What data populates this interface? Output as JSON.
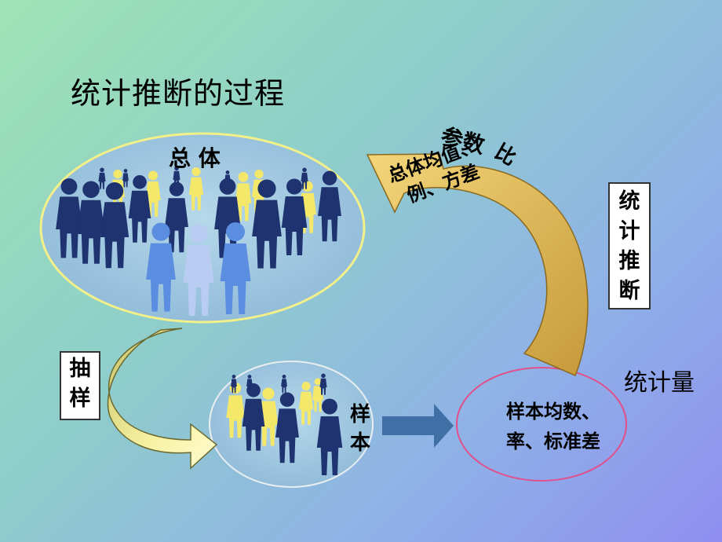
{
  "slide": {
    "title": "统计推断的过程",
    "population": {
      "label": "总 体"
    },
    "sampling": {
      "label_line1": "抽",
      "label_line2": "样"
    },
    "sample": {
      "label_line1": "样",
      "label_line2": "本"
    },
    "statistic": {
      "heading": "统计量",
      "line1": "样本均数、",
      "line2": "率、标准差"
    },
    "parameter": {
      "head": "参数",
      "tail": "比",
      "line1": "总体均值、",
      "line2": "例、方差"
    },
    "inference": {
      "c1": "统",
      "c2": "计",
      "c3": "推",
      "c4": "断"
    }
  },
  "colors": {
    "bg_start": "#9fe3b4",
    "bg_end": "#8f8ff0",
    "ellipse_border": "#f3f08a",
    "statistic_border": "#e0508a",
    "arrow_gold": "#d9b24a",
    "arrow_yellow": "#f8f3a0",
    "arrow_blue": "#3f6fa5",
    "figure_navy": "#1e3370",
    "figure_yellow": "#f3e86a",
    "figure_blue": "#5b8de0"
  },
  "icons": [
    "people-crowd-icon",
    "curved-arrow-icon",
    "right-arrow-icon"
  ]
}
